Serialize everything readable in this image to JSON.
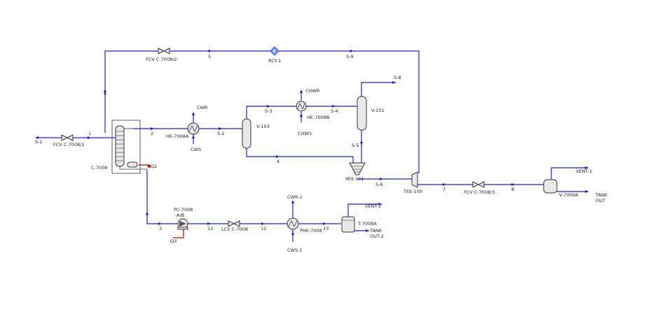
{
  "equipment": {
    "column": "C-7008",
    "condenser_duty": "Q2",
    "he_a": "HE-7008A",
    "he_b": "HE-7008B",
    "v103": "V-103",
    "v101": "V-101",
    "mixer": "MIX-101",
    "tee": "TEE-100",
    "rcy": "RCY-1",
    "pump": "PC-7008",
    "pump_sub": "A/B",
    "pump_duty": "Q3",
    "lcv": "LCV C-7008",
    "phe": "PHE-7008",
    "tank": "T-7008A",
    "vessel": "V-7009A",
    "fcv1": "FCV C-7008/1",
    "fcv2": "FCV C-7008/2",
    "fcv3": "FCV C-7008/3"
  },
  "streams": {
    "s1": "S-1",
    "s1_num": "1",
    "s2_num": "2",
    "s2": "S-2",
    "s3": "S-3",
    "s4": "S-4",
    "s5": "S-5",
    "s6": "S-6",
    "s8": "S-8",
    "s9": "S-9",
    "n3": "3",
    "n4": "4",
    "n5": "5",
    "n6": "6",
    "n7": "7",
    "n8": "8",
    "n11": "11",
    "n12": "12",
    "n13": "13",
    "cwr": "CWR",
    "cws": "CWS",
    "chwr": "CHWR",
    "chws": "CHWS",
    "cwr1": "CWR-1",
    "cws1": "CWS-1",
    "vent1": "VENT-1",
    "vent2": "VENT-2",
    "tank_out_l1": "TANK",
    "tank_out_l2": "OUT",
    "tank_out2_l1": "TANK",
    "tank_out2_l2": "OUT-2"
  }
}
